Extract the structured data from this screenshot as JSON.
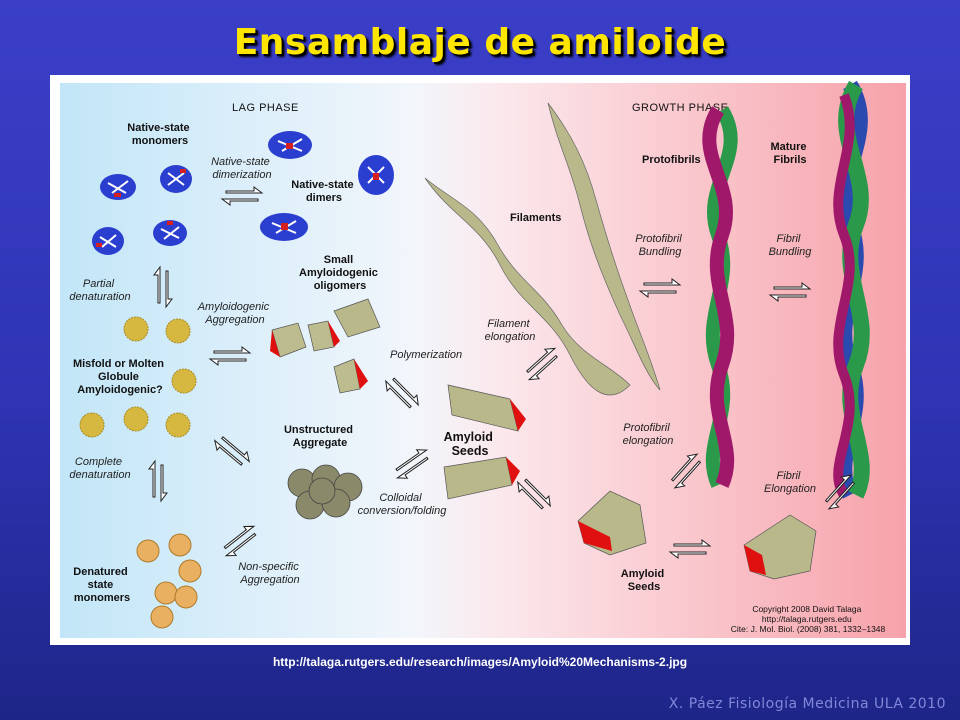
{
  "slide": {
    "title": "Ensamblaje de amiloide",
    "source_url": "http://talaga.rutgers.edu/research/images/Amyloid%20Mechanisms-2.jpg",
    "footer": "X. Páez Fisiología Medicina ULA 2010"
  },
  "diagram": {
    "phases": {
      "lag": "LAG PHASE",
      "growth": "GROWTH PHASE"
    },
    "species": {
      "native_monomers": [
        "Native-state",
        "monomers"
      ],
      "native_dimers": [
        "Native-state",
        "dimers"
      ],
      "small_oligomers": [
        "Small",
        "Amyloidogenic",
        "oligomers"
      ],
      "misfold": [
        "Misfold or Molten",
        "Globule",
        "Amyloidogenic?"
      ],
      "unstructured": [
        "Unstructured",
        "Aggregate"
      ],
      "amyloid_seeds_center": [
        "Amyloid",
        "Seeds"
      ],
      "denatured": [
        "Denatured",
        "state",
        "monomers"
      ],
      "filaments": "Filaments",
      "protofibrils": "Protofibrils",
      "mature_fibrils": [
        "Mature",
        "Fibrils"
      ],
      "amyloid_seeds_lower": [
        "Amyloid",
        "Seeds"
      ]
    },
    "processes": {
      "dimerization": [
        "Native-state",
        "dimerization"
      ],
      "partial_denaturation": [
        "Partial",
        "denaturation"
      ],
      "amyloidogenic_aggregation": [
        "Amyloidogenic",
        "Aggregation"
      ],
      "polymerization": "Polymerization",
      "complete_denaturation": [
        "Complete",
        "denaturation"
      ],
      "colloidal": [
        "Colloidal",
        "conversion/folding"
      ],
      "non_specific": [
        "Non-specific",
        "Aggregation"
      ],
      "filament_elongation": [
        "Filament",
        "elongation"
      ],
      "protofibril_bundling": [
        "Protofibril",
        "Bundling"
      ],
      "fibril_bundling": [
        "Fibril",
        "Bundling"
      ],
      "protofibril_elongation": [
        "Protofibril",
        "elongation"
      ],
      "fibril_elongation": [
        "Fibril",
        "Elongation"
      ]
    },
    "copyright": [
      "Copyright 2008 David Talaga",
      "http://talaga.rutgers.edu",
      "Cite: J. Mol. Biol. (2008) 381, 1332–1348"
    ],
    "colors": {
      "protein_blue": "#2a3fd0",
      "helix_red": "#d62020",
      "filament_olive": "#b8b88a",
      "protofibril_green": "#2a9a4a",
      "protofibril_magenta": "#a0186a",
      "fibril_blue": "#2a4ab0",
      "seed_red": "#e01010",
      "denatured_tan": "#e8b060",
      "misfold_gold": "#d6b840",
      "aggregate_gray": "#8a8a6a"
    }
  }
}
